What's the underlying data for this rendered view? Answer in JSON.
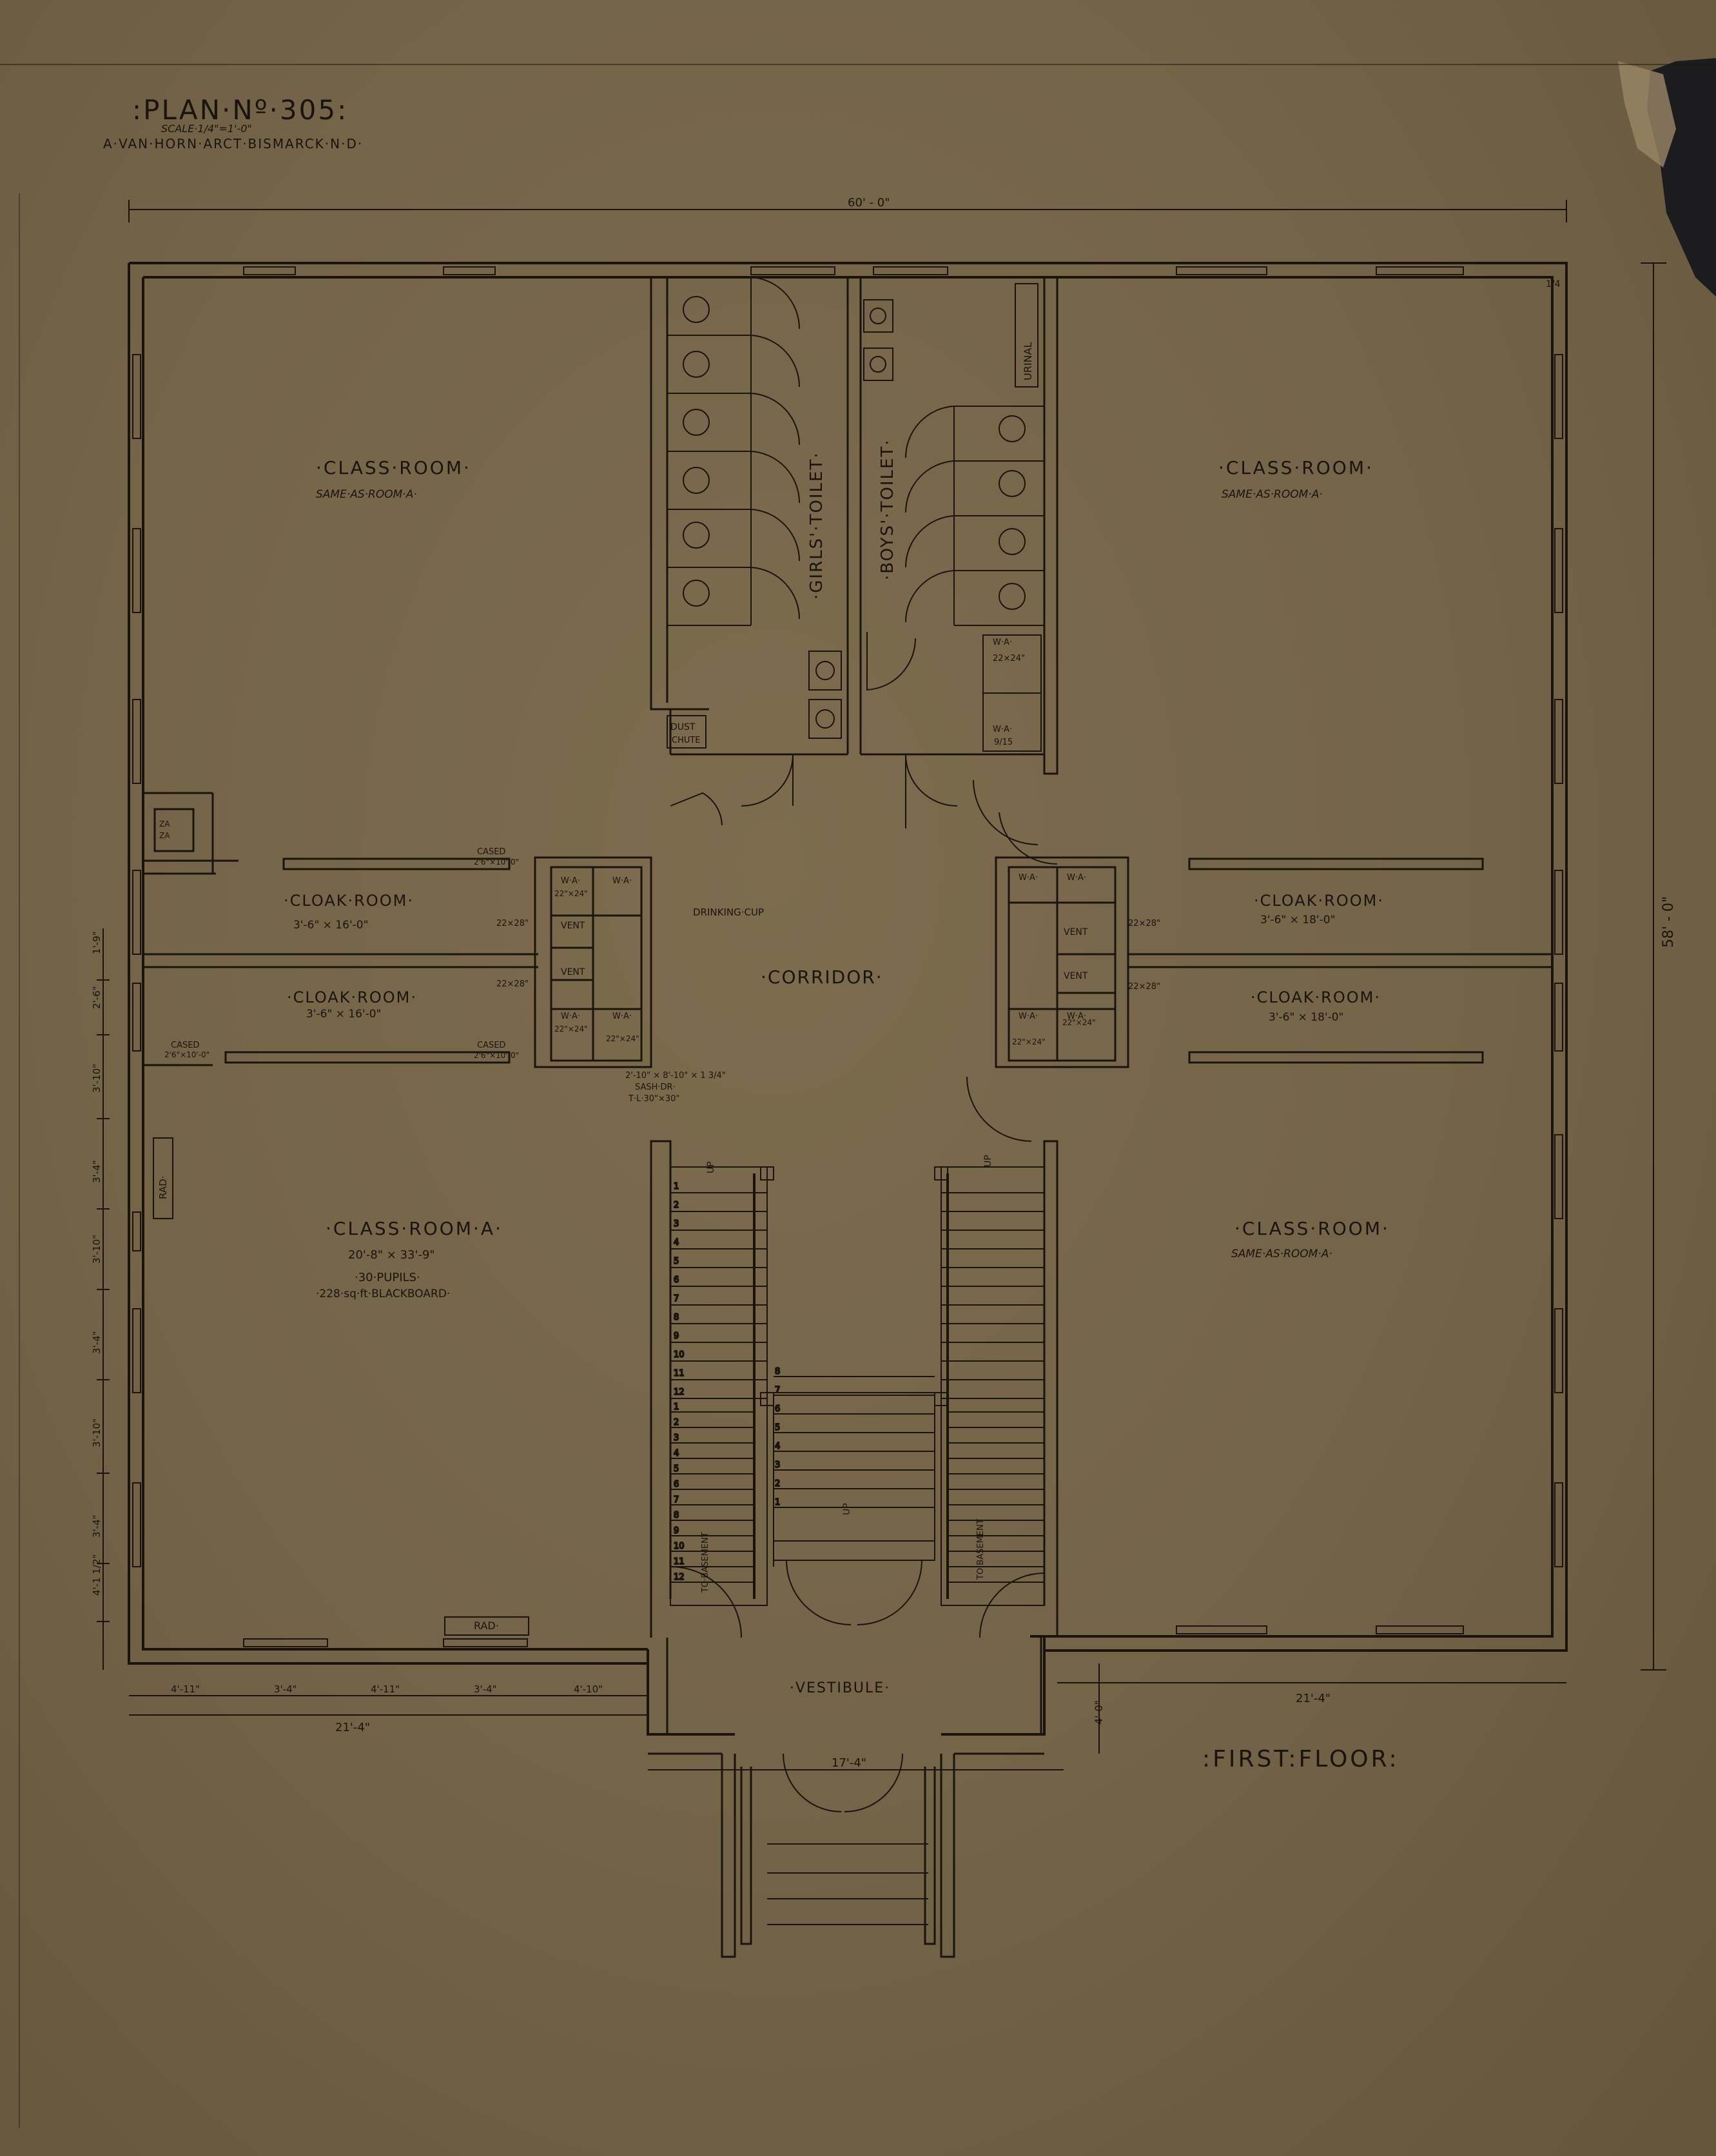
{
  "title": {
    "plan": ":PLAN·Nº·305:",
    "scale": "SCALE·1/4\"=1'-0\"",
    "architect": "A·VAN·HORN·ARCT·BISMARCK·N·D·",
    "floor": ":FIRST:FLOOR:",
    "sheet_number": "1/4"
  },
  "rooms": {
    "class_nw": {
      "name": "·CLASS·ROOM·",
      "note": "SAME·AS·ROOM·A·"
    },
    "class_ne": {
      "name": "·CLASS·ROOM·",
      "note": "SAME·AS·ROOM·A·"
    },
    "class_a": {
      "name": "·CLASS·ROOM·A·",
      "dims": "20'-8\" × 33'-9\"",
      "pupils": "·30·PUPILS·",
      "blackboard": "·228·sq·ft·BLACKBOARD·"
    },
    "class_se": {
      "name": "·CLASS·ROOM·",
      "note": "SAME·AS·ROOM·A·"
    },
    "cloak_1": {
      "name": "·CLOAK·ROOM·",
      "dims": "3'-6\" × 16'-0\""
    },
    "cloak_2": {
      "name": "·CLOAK·ROOM·",
      "dims": "3'-6\" × 16'-0\""
    },
    "cloak_3": {
      "name": "·CLOAK·ROOM·",
      "dims": "3'-6\" × 18'-0\""
    },
    "cloak_4": {
      "name": "·CLOAK·ROOM·",
      "dims": "3'-6\" × 18'-0\""
    },
    "corridor": "·CORRIDOR·",
    "vestibule": "·VESTIBULE·",
    "girls_toilet": "·GIRLS'·TOILET·",
    "boys_toilet": "·BOYS'·TOILET·"
  },
  "fixtures": {
    "urinal": "URINAL",
    "dust": "DUST",
    "chute": "CHUTE",
    "drinking_cup": "DRINKING·CUP",
    "wa": "W·A·",
    "wa_1": "W·A·",
    "wa_1_size": "22×24\"",
    "wa_2": "W·A·",
    "wa_2_size": "9/15",
    "vent": "VENT",
    "size_22x24": "22\"×24\"",
    "size_22x28": "22×28\"",
    "cased": "CASED",
    "cased_size": "2'6\"×10'-0\"",
    "sash_dr_size": "2'-10\" × 8'-10\" × 1 3/4\"",
    "sash_dr": "SASH·DR·",
    "tl": "T·L·30\"×30\"",
    "rad": "RAD·",
    "zz": "ZA"
  },
  "stairs": {
    "up": "UP",
    "to_basement": "TO·BASEMENT",
    "left_numbers": [
      "1",
      "2",
      "3",
      "4",
      "5",
      "6",
      "7",
      "8",
      "9",
      "10",
      "11",
      "12"
    ],
    "mid_numbers": [
      "1",
      "2",
      "3",
      "4",
      "5",
      "6",
      "7",
      "8"
    ]
  },
  "dimensions": {
    "overall_width": "60' - 0\"",
    "overall_depth": "58' - 0\"",
    "left_wing": "21'-4\"",
    "right_wing": "21'-4\"",
    "entry": "17'-4\"",
    "entry_depth": "4'-0\"",
    "bays": [
      "4'-11\"",
      "3'-4\"",
      "4'-11\"",
      "3'-4\"",
      "4'-10\""
    ],
    "side": [
      "1'-9\"",
      "2'-6\"",
      "3'-10\"",
      "3'-4\"",
      "3'-10\"",
      "3'-4\"",
      "3'-10\"",
      "3'-4\"",
      "4'-1 1/2\""
    ]
  }
}
